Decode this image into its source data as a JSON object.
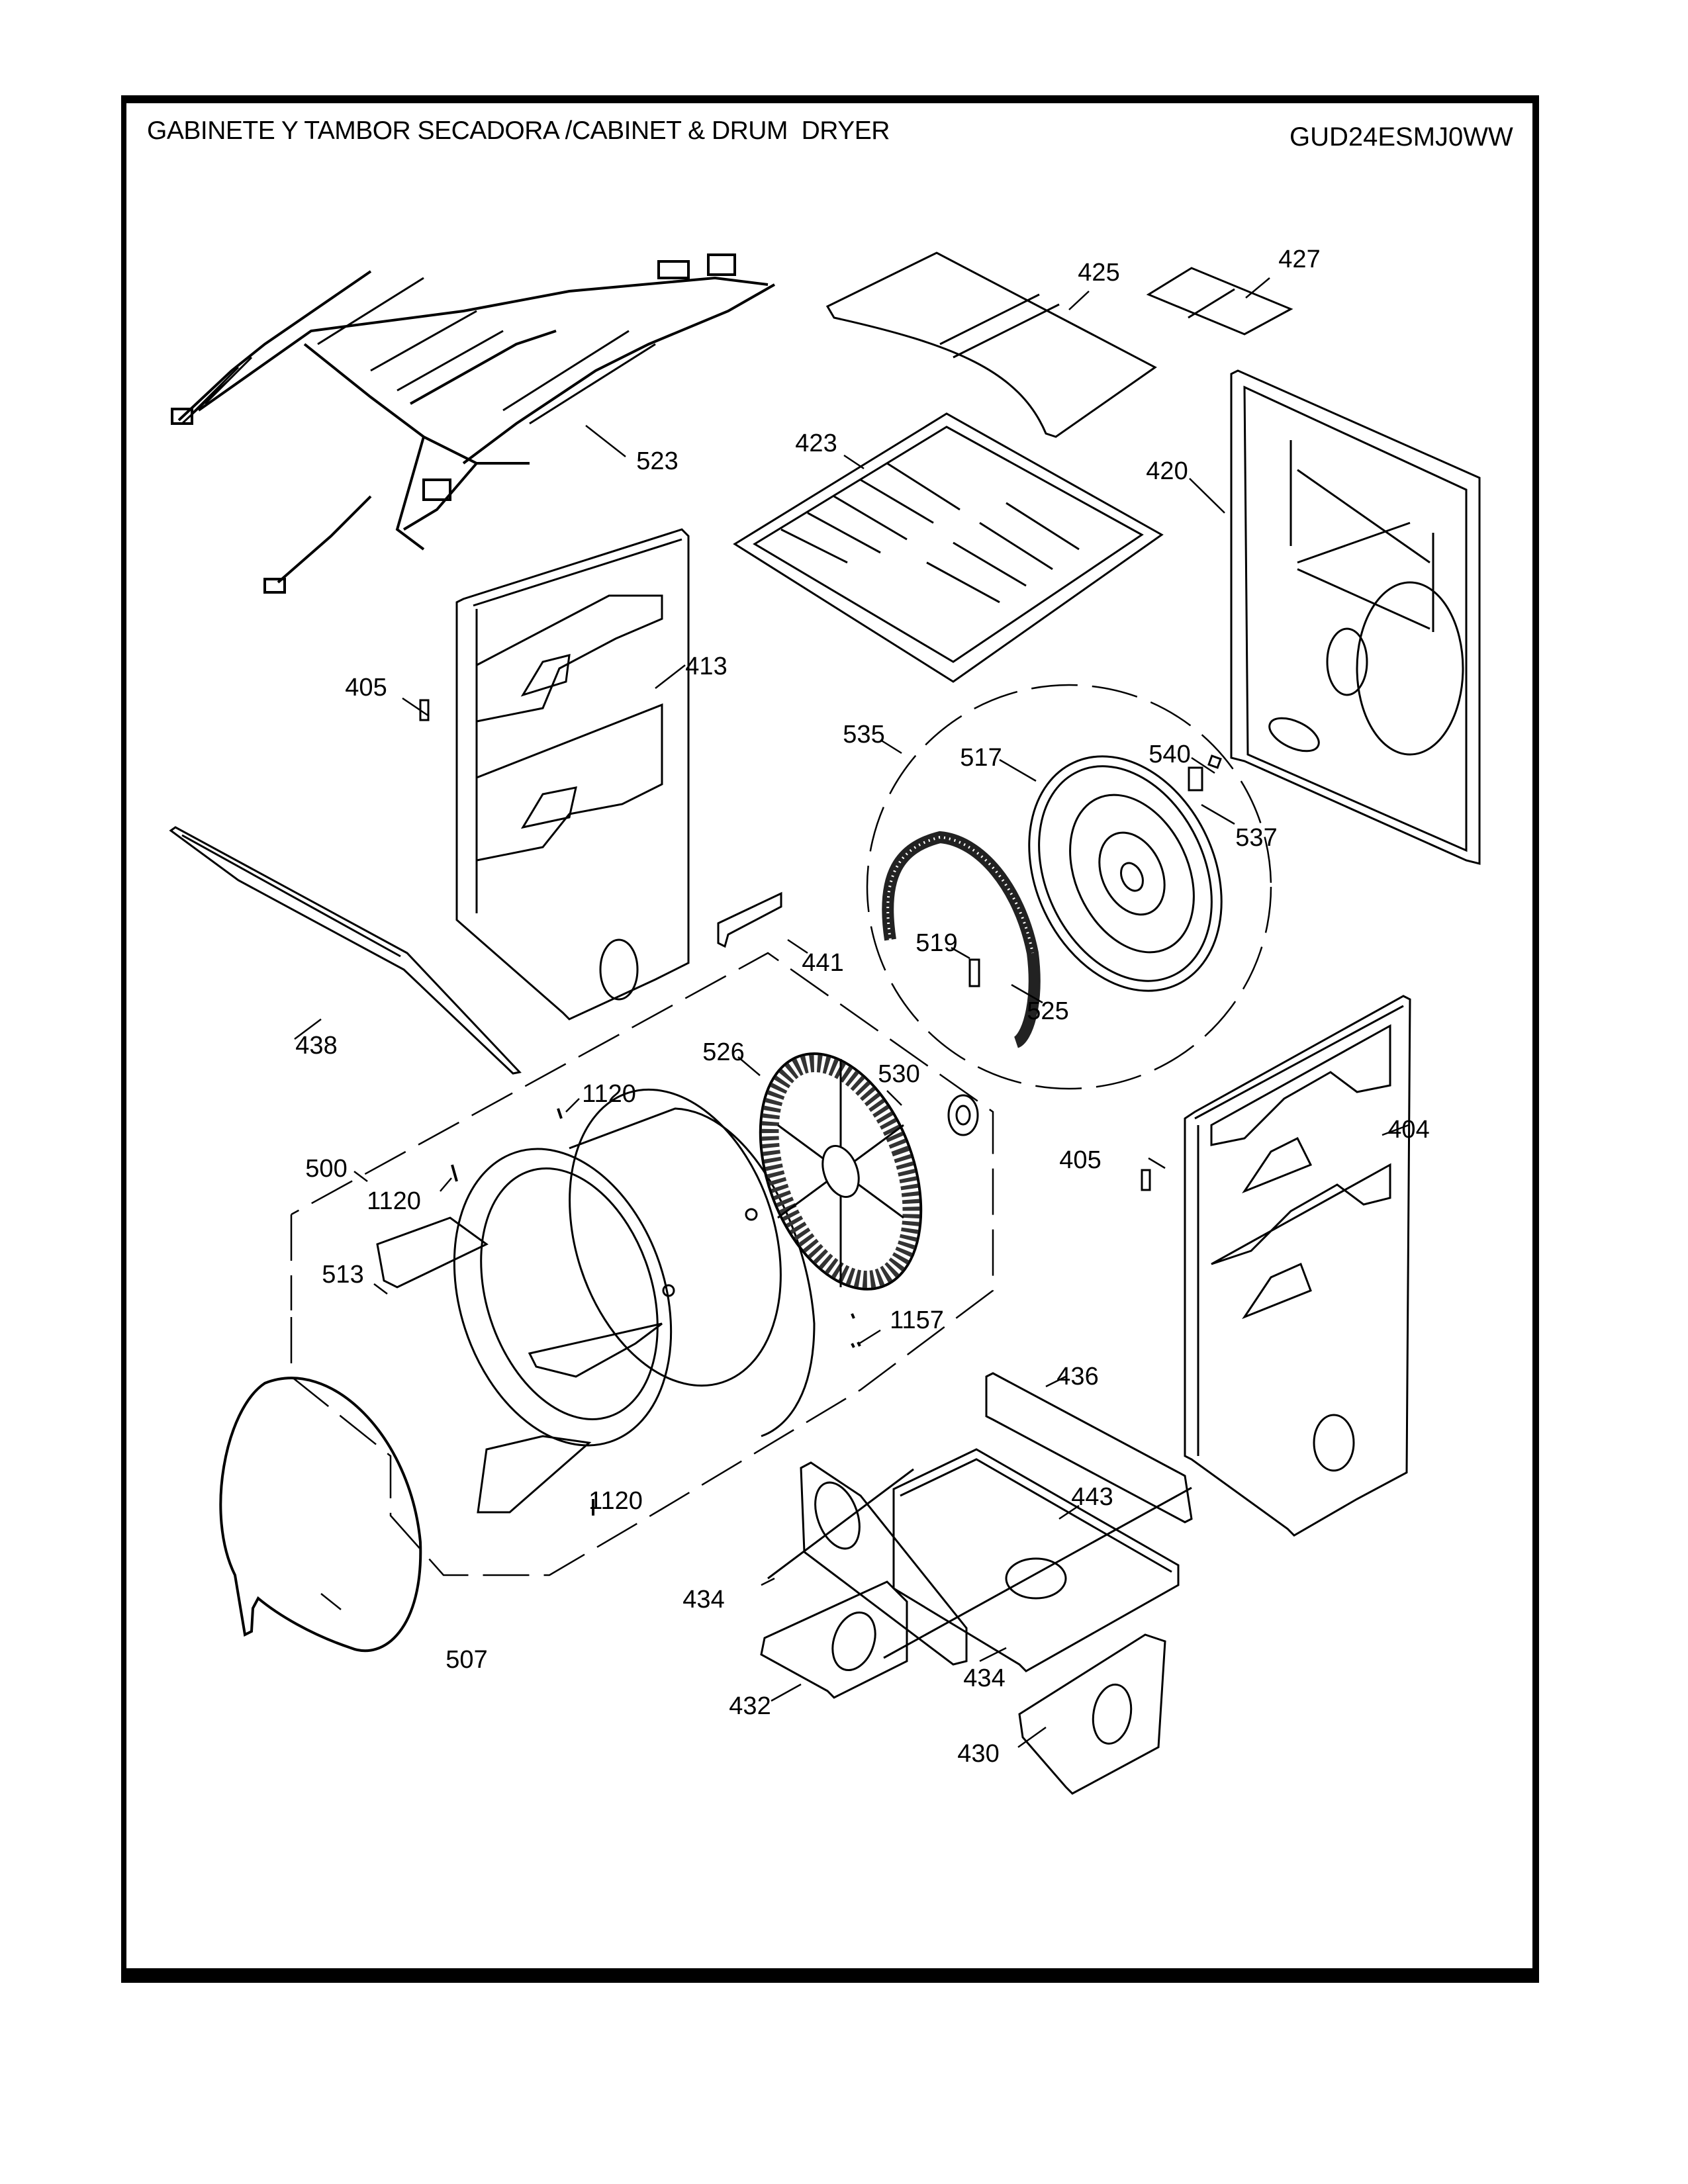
{
  "header": {
    "title": "GABINETE Y TAMBOR SECADORA /CABINET & DRUM  DRYER",
    "model": "GUD24ESMJ0WW"
  },
  "callouts": {
    "p523": "523",
    "p425": "425",
    "p427": "427",
    "p423": "423",
    "p420": "420",
    "p413": "413",
    "p405a": "405",
    "p405b": "405",
    "p438": "438",
    "p441": "441",
    "p535": "535",
    "p517": "517",
    "p540": "540",
    "p537": "537",
    "p519": "519",
    "p525": "525",
    "p526": "526",
    "p530": "530",
    "p1120a": "1120",
    "p1120b": "1120",
    "p1120c": "1120",
    "p500": "500",
    "p513": "513",
    "p1157": "1157",
    "p404": "404",
    "p436": "436",
    "p443": "443",
    "p434a": "434",
    "p434b": "434",
    "p507": "507",
    "p432": "432",
    "p430": "430"
  }
}
